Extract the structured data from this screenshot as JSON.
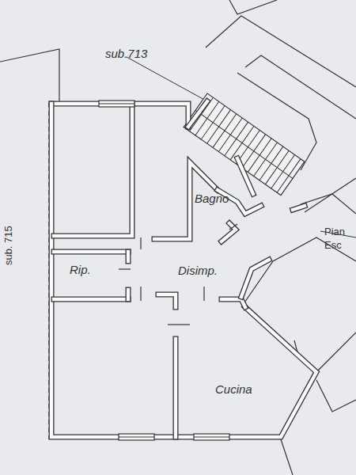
{
  "diagram": {
    "labels": [
      "sub.713",
      "Bagno",
      "Rip.",
      "Disimp.",
      "Cucina",
      "Pian",
      "Esc",
      "sub. 715"
    ]
  }
}
